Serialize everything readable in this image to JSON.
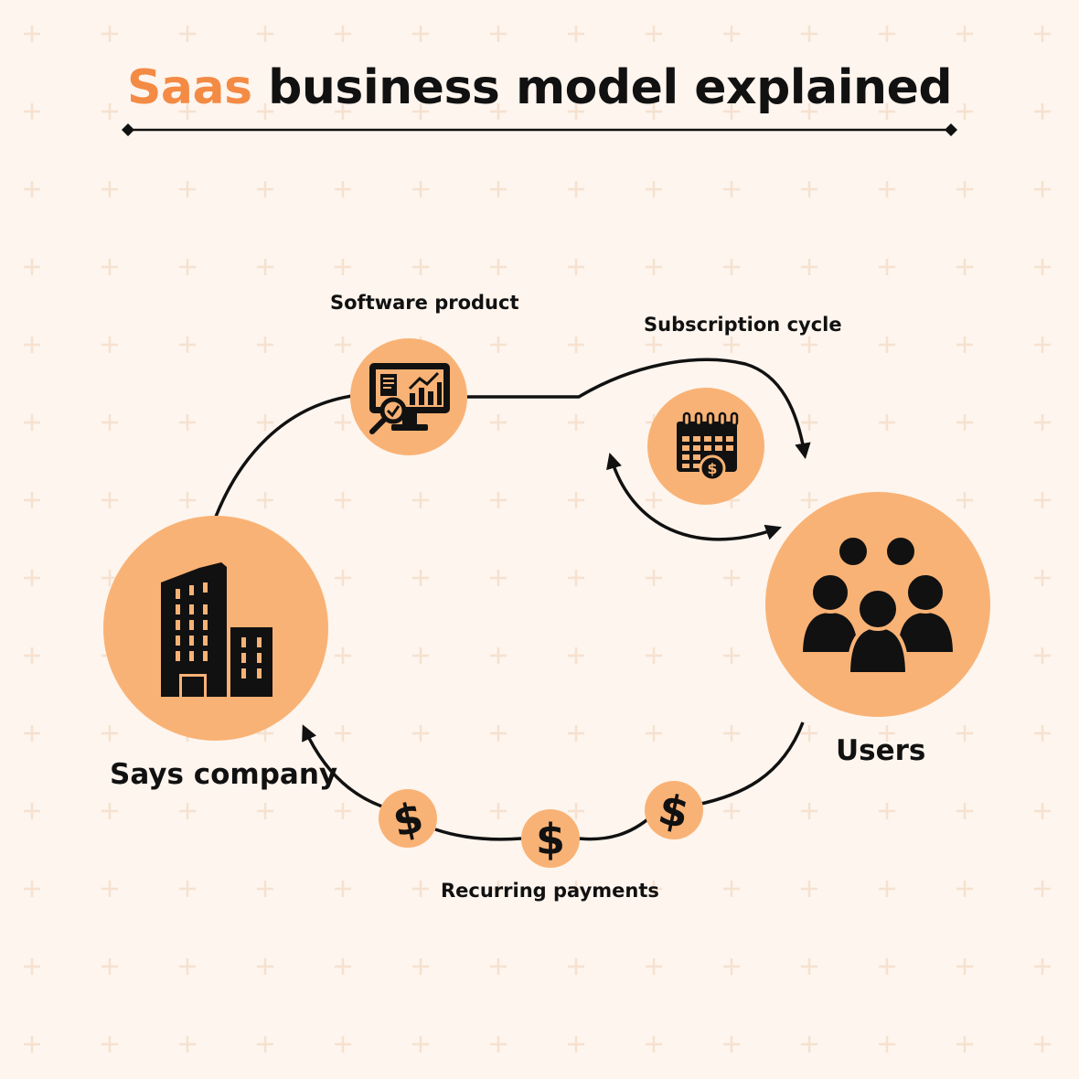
{
  "title": {
    "accent_word": "Saas",
    "rest": "business model explained"
  },
  "colors": {
    "background": "#fdf5ee",
    "accent_text": "#f38b45",
    "circle_fill": "#f9b275",
    "ink": "#111111",
    "pattern": "#f6e1cf"
  },
  "nodes": {
    "software_product": {
      "label": "Software product",
      "icon": "monitor-analytics-icon"
    },
    "subscription_cycle": {
      "label": "Subscription cycle",
      "icon": "calendar-dollar-icon"
    },
    "company": {
      "label": "Says company",
      "icon": "office-building-icon"
    },
    "users": {
      "label": "Users",
      "icon": "user-group-icon"
    },
    "payments": {
      "label": "Recurring payments",
      "icon": "dollar-coin-icon",
      "count": 3
    }
  }
}
